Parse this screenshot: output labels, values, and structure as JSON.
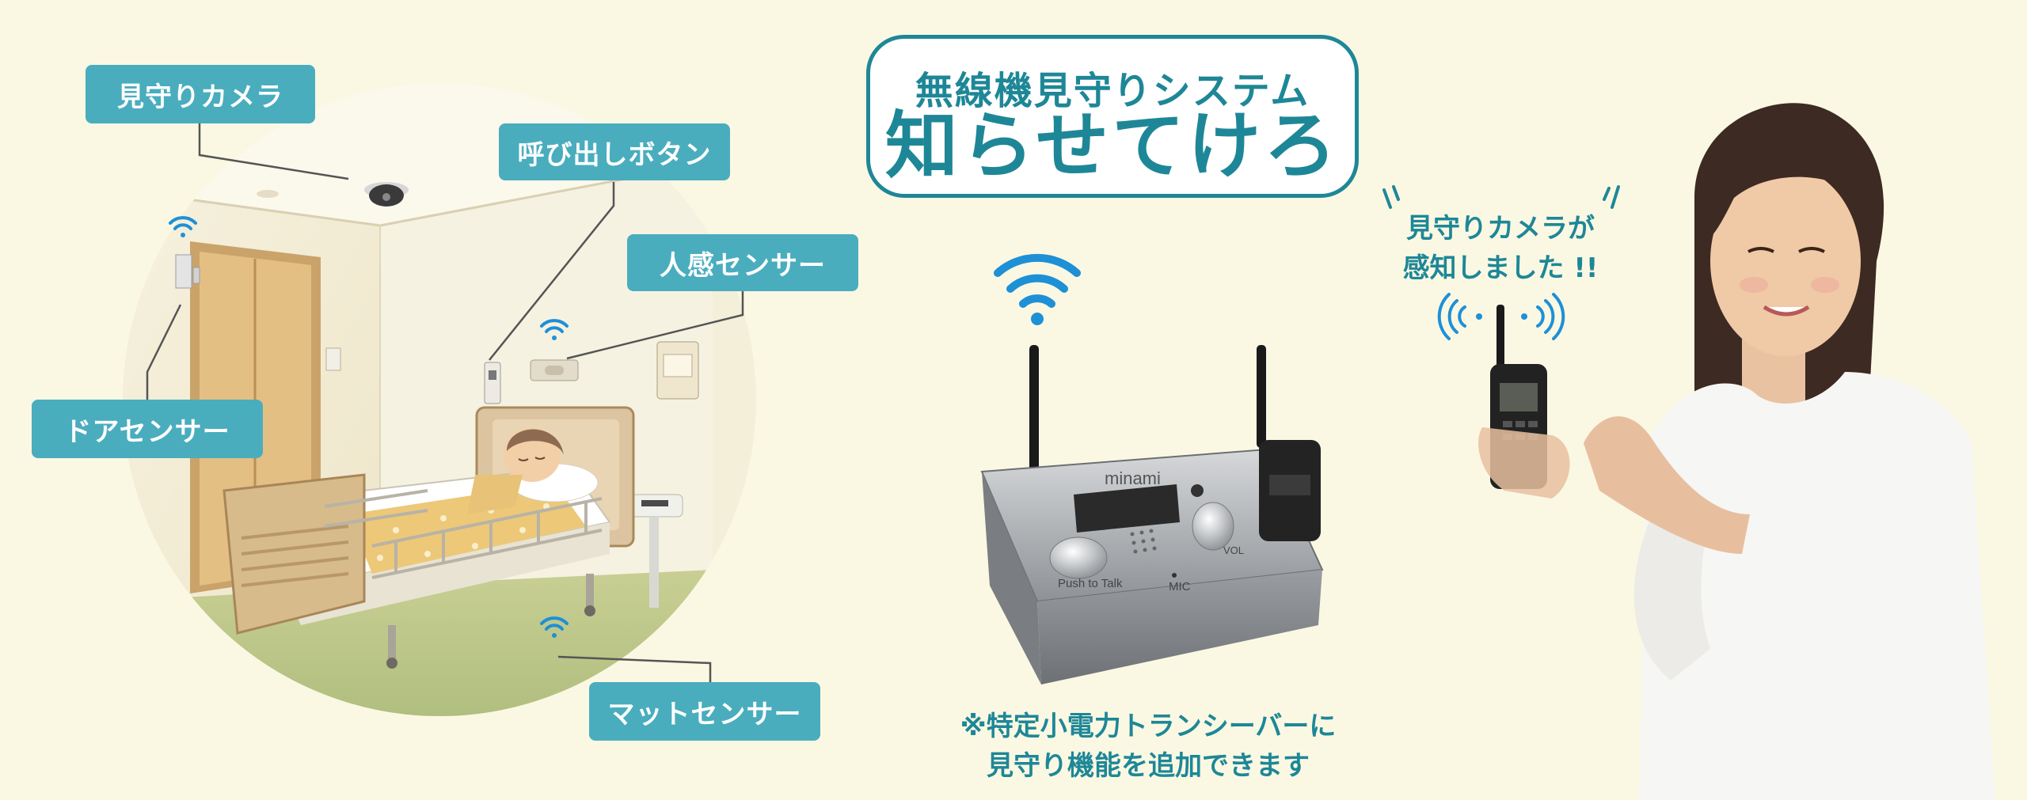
{
  "title": {
    "subtitle": "無線機見守りシステム",
    "main": "知らせてけろ"
  },
  "labels": {
    "camera": "見守りカメラ",
    "call_button": "呼び出しボタン",
    "motion_sensor": "人感センサー",
    "door_sensor": "ドアセンサー",
    "mat_sensor": "マットセンサー"
  },
  "device": {
    "brand": "minami",
    "push_to_talk": "Push to Talk",
    "mic": "MIC",
    "vol": "VOL"
  },
  "note": {
    "line1": "※特定小電力トランシーバーに",
    "line2": "見守り機能を追加できます"
  },
  "speech": {
    "line1": "見守りカメラが",
    "line2": "感知しました !!"
  },
  "colors": {
    "accent": "#49adbe",
    "title": "#1e8797",
    "background": "#faf8e3",
    "wifi": "#1e90d6"
  }
}
